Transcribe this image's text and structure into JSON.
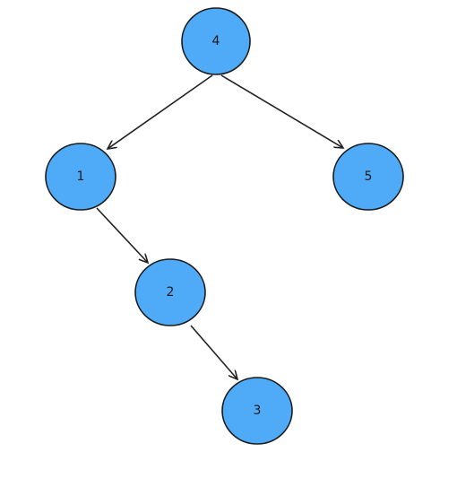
{
  "diagram": {
    "type": "binary-tree",
    "node_fill": "#4faaf7",
    "node_stroke": "#1a1a1a",
    "edge_color": "#222222",
    "nodes": [
      {
        "id": "n4",
        "label": "4"
      },
      {
        "id": "n1",
        "label": "1"
      },
      {
        "id": "n5",
        "label": "5"
      },
      {
        "id": "n2",
        "label": "2"
      },
      {
        "id": "n3",
        "label": "3"
      }
    ],
    "edges": [
      {
        "from": "n4",
        "to": "n1"
      },
      {
        "from": "n4",
        "to": "n5"
      },
      {
        "from": "n1",
        "to": "n2"
      },
      {
        "from": "n2",
        "to": "n3"
      }
    ]
  }
}
